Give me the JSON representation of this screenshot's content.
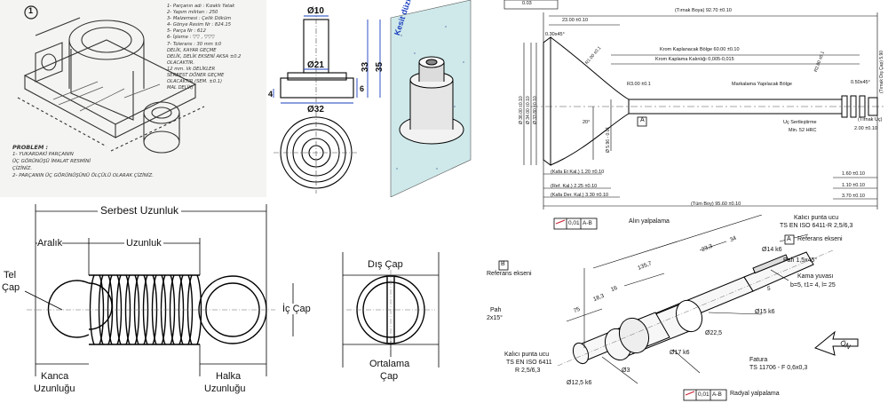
{
  "sketch": {
    "index": "1",
    "notes": [
      "1- Parçanın adı : Kızaklı Yatak",
      "2- Yapım miktarı : 250",
      "3- Malzemesi : Çelik Döküm",
      "4- Gönye Resim Nr : 824.15",
      "5- Parça Nr : 612",
      "6- İşleme : ▽▽ , ▽▽▽",
      "7- Tolerans : 30 mm ±0",
      "DELİK, KAYAR GEÇME",
      "DELİK, DELİK EKSENİ AKSA ±0.2",
      "OLACAKTIR.",
      "12 mm. lik DELİKLER",
      "SERBEST DÖNER GEÇME",
      "OLACAKTIR (SEM. ±0.1)",
      "MAL DELİK)"
    ],
    "problem_title": "PROBLEM :",
    "problem_lines": [
      "1- YUKARDAKİ PARÇANIN",
      "ÜÇ GÖRÜNÜŞÜ İMALAT RESMİNİ",
      "ÇİZİNİZ.",
      "2- PARÇANIN ÜÇ GÖRÜNÜŞÜNÜ ÖLÇÜLÜ OLARAK ÇİZİNİZ."
    ]
  },
  "spool": {
    "dims": {
      "d_top": "Ø10",
      "d_mid": "Ø21",
      "d_base": "Ø32",
      "h_total": "35",
      "h_body": "33",
      "h_flange": "6",
      "h_base": "4"
    },
    "section_label": "Kesit düzlemi"
  },
  "valve": {
    "dims": {
      "tirnak_boya": "(Tırnak Boya) 92.70 ±0.10",
      "d23": "23.00 ±0.10",
      "chamfer1": "0.30x45°",
      "krom_bolge": "Krom Kaplanacak Bölge 60.00 ±0.10",
      "krom_kalinlik": "Krom Kaplama Kalınlığı 0,005-0,015",
      "r3": "R3.00 ±0.1",
      "markalama": "Markalama Yapılacak Bölge",
      "chamfer2": "0.50x45°",
      "uc_sertlestirme": "Uç Sertleştirme",
      "min_hrc": "Min. 52 HRC",
      "tirnak_uc": "(Tırnak Uç)",
      "d200": "2.00 ±0.10",
      "tirnak_cap": "(Tırnak Dış Çap) 5.90",
      "kafa_et": "(Kafa Et Kal.) 1.20 ±0.10",
      "ref_kal": "(Ref. Kal.) 2.25 ±0.10",
      "kafa_der": "(Kafa Der. Kal.) 3.30 ±0.10",
      "tum_boy": "(Tüm Boy) 95.60 ±0.10",
      "d160": "1.60 ±0.10",
      "d110": "1.10 ±0.10",
      "d370": "3.70 ±0.10",
      "d_head": "Ø 36.00 ±0.10",
      "d_seat1": "Ø 34.00 ±0.10",
      "d_seat2": "Ø 33.80 ±0.10",
      "d_stem": "Ø 5.96 - 0.01",
      "angle": "20°",
      "datum": "A",
      "tol": "0.03",
      "r1": "R1.00 ±0.1",
      "r2": "R2.00 ±0.1"
    }
  },
  "spring": {
    "serbest": "Serbest Uzunluk",
    "aralik": "Aralık",
    "uzunluk": "Uzunluk",
    "tel_cap_1": "Tel",
    "tel_cap_2": "Çap",
    "ic_cap": "İç Çap",
    "dis_cap": "Dış Çap",
    "kanca_1": "Kanca",
    "kanca_2": "Uzunluğu",
    "halka_1": "Halka",
    "halka_2": "Uzunluğu",
    "ortalama_1": "Ortalama",
    "ortalama_2": "Çap"
  },
  "shaft": {
    "runout_top": "0,01",
    "runout_ref_top": "A-B",
    "alin": "Alın yalpalama",
    "kalici_top_1": "Kalıcı punta ucu",
    "kalici_top_2": "TS EN ISO 6411-R 2,5/6,3",
    "ref_a_letter": "A",
    "ref_a": "Referans ekseni",
    "ref_b_letter": "B",
    "ref_b": "Referans ekseni",
    "d14": "Ø14 k6",
    "pah15": "Pah 1,5x45°",
    "kama": "Kama yuvası",
    "kama_dims": "b=5, t1= 4, l= 25",
    "pah_left_1": "Pah",
    "pah_left_2": "2x15°",
    "d15": "Ø15 k6",
    "d225": "Ø22,5",
    "d17": "Ø17 k6",
    "d3": "Ø3",
    "d125": "Ø12,5 k6",
    "kalici_bot_1": "Kalıcı punta ucu",
    "kalici_bot_2": "TS EN ISO 6411",
    "kalici_bot_3": "R 2,5/6,3",
    "fatura_1": "Fatura",
    "fatura_2": "TS 11706 - F 0,6x0,3",
    "on": "ÖN",
    "runout_bot": "0,01",
    "runout_ref_bot": "A-B",
    "radyal": "Radyal yalpalama",
    "len_233": "23,3",
    "len_1357": "135,7",
    "len_34": "34",
    "len_16": "16",
    "len_18": "18,3",
    "len_75": "75",
    "len_5": "5"
  }
}
